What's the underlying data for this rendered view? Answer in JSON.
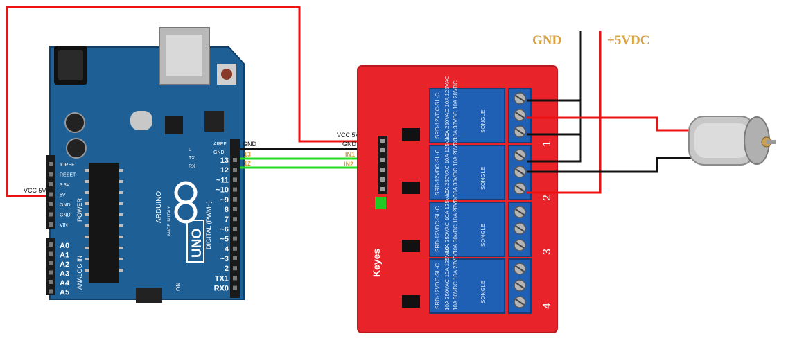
{
  "labels": {
    "gnd_top": "GND",
    "plus5_top": "+5VDC",
    "vcc_arduino": "VCC 5V",
    "gnd_arduino": "GND",
    "pin13": "13",
    "pin12": "12",
    "vcc_relay": "VCC 5V",
    "gnd_relay": "GND",
    "in1": "IN1",
    "in2": "IN2"
  },
  "arduino": {
    "brand": "ARDUINO",
    "model": "UNO",
    "digital": "DIGITAL (PWM~)",
    "aref": "AREF",
    "gnd": "GND",
    "digital_pins": [
      "13",
      "12",
      "~11",
      "~10",
      "~9",
      "8",
      "7",
      "~6",
      "~5",
      "4",
      "~3",
      "2",
      "TX1",
      "RX0"
    ],
    "power_pins": [
      "IOREF",
      "RESET",
      "3.3V",
      "5V",
      "GND",
      "GND",
      "VIN"
    ],
    "analog_pins": [
      "A0",
      "A1",
      "A2",
      "A3",
      "A4",
      "A5"
    ],
    "power_label": "POWER",
    "analog_label": "ANALOG IN",
    "on_label": "ON",
    "tx_label": "TX",
    "rx_label": "RX",
    "l_label": "L",
    "made_in": "MADE IN ITALY"
  },
  "relay_board": {
    "brand": "Keyes",
    "relay_text_1": "SRD-12VDC-SL-C",
    "relay_text_2": "10A 250VAC  10A 125VAC",
    "relay_text_3": "10A 30VDC  10A 28VDC",
    "relay_brand": "SONGLE",
    "channels": [
      "1",
      "2",
      "3",
      "4"
    ]
  },
  "colors": {
    "wire_red": "#ee1111",
    "wire_black": "#111111",
    "wire_green": "#22dd22",
    "label_gold": "#d9a441",
    "arduino_blue": "#1e5f96",
    "relay_red": "#e8232a",
    "relay_blue": "#1f5fb4"
  }
}
